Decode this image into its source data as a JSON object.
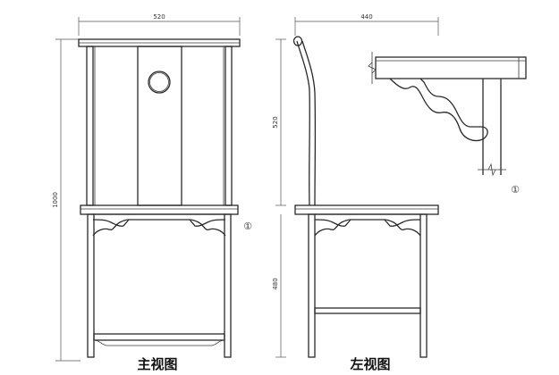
{
  "front_view": {
    "caption": "主视图",
    "width_dim": "520",
    "total_height_dim": "1000",
    "detail_marker": "①"
  },
  "side_view": {
    "caption": "左视图",
    "depth_dim": "440",
    "back_height_dim": "520",
    "seat_height_dim": "480"
  },
  "detail_view": {
    "marker": "①"
  }
}
